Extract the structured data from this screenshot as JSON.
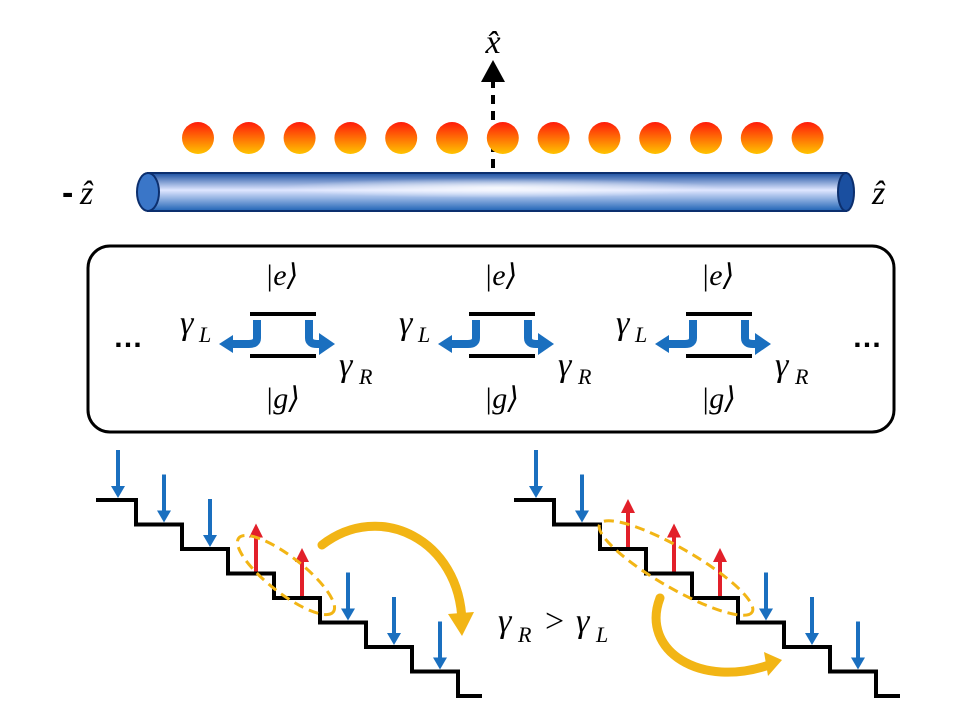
{
  "axes": {
    "x_label": "x̂",
    "z_pos_label": "ẑ",
    "z_neg_minus": "-",
    "z_neg_label": "ẑ"
  },
  "atom_count": 13,
  "atom_levels": {
    "excited": "|e⟩",
    "ground": "|g⟩",
    "decay_left_symbol": "γ",
    "decay_left_sub": "L",
    "decay_right_symbol": "γ",
    "decay_right_sub": "R",
    "unit_count": 3
  },
  "ellipsis": "…",
  "inequality": {
    "lhs_symbol": "γ",
    "lhs_sub": "R",
    "operator": ">",
    "rhs_symbol": "γ",
    "rhs_sub": "L"
  },
  "colors": {
    "waveguide": "#1f63b5",
    "waveguide_glow": "#eef2ff",
    "atom_top": "#ff1a0a",
    "atom_bottom": "#ffc400",
    "arrow_blue": "#1a6fbf",
    "arrow_red": "#e2202a",
    "circulation": "#f2b515",
    "dashed_ellipse": "#f2b515",
    "stair": "#000000"
  },
  "staircases": [
    {
      "spins": [
        "down",
        "down",
        "down",
        "up",
        "up",
        "down",
        "down",
        "down"
      ]
    },
    {
      "spins": [
        "down",
        "down",
        "up",
        "up",
        "up",
        "down",
        "down",
        "down"
      ]
    }
  ]
}
